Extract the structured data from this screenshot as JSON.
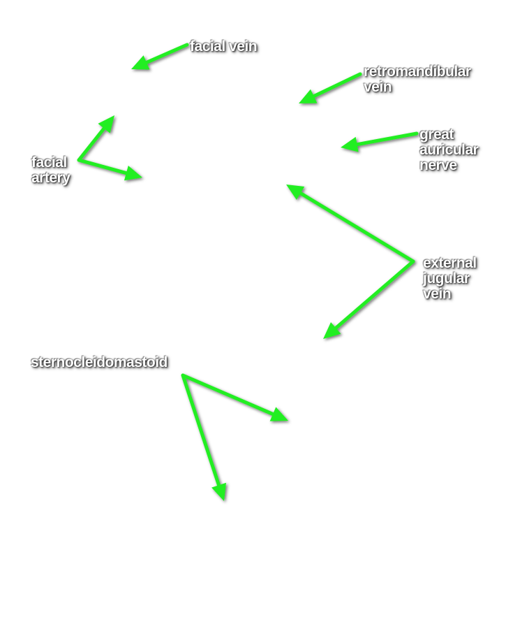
{
  "arrow_color": "#22ee22",
  "labels": {
    "facial_vein": [
      "facial vein"
    ],
    "retromandibular_vein": [
      "retromandibular",
      "vein"
    ],
    "great_auricular_nerve": [
      "great",
      "auricular",
      "nerve"
    ],
    "facial_artery": [
      "facial",
      "artery"
    ],
    "external_jugular_vein": [
      "external",
      "jugular",
      "vein"
    ],
    "sternocleidomastoid": [
      "sternocleidomastoid"
    ]
  }
}
